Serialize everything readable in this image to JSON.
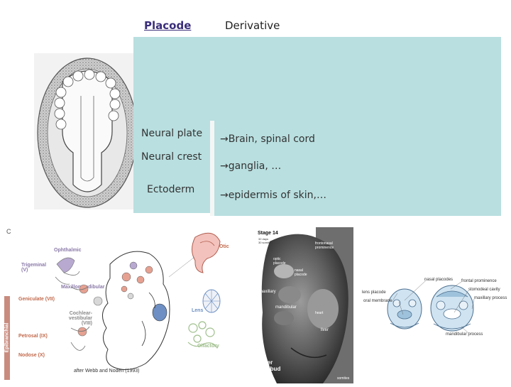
{
  "header": {
    "placode": "Placode",
    "derivative": "Derivative"
  },
  "rows": [
    {
      "placode": "Neural plate",
      "derivative": "→Brain, spinal cord"
    },
    {
      "placode": "Neural crest",
      "derivative": "→ganglia, …"
    },
    {
      "placode": "Ectoderm",
      "derivative": "→epidermis of skin,…"
    }
  ],
  "figure_c": {
    "panel_letter": "C",
    "labels": {
      "ophthalmic": "Ophthalmic",
      "trigeminal": "Trigeminal (V)",
      "maxillo": "Maxillomandibular",
      "geniculate": "Geniculate (VII)",
      "cochlear": "Cochlear-vestibular (VIII)",
      "petrosal": "Petrosal (IX)",
      "nodose": "Nodose (X)",
      "epibranchial": "Epibranchial",
      "otic": "Otic",
      "lens": "Lens",
      "olfactory": "Olfactory"
    },
    "credit": "after Webb and Noden (1993)"
  },
  "figure_stage": {
    "title": "Stage 14",
    "sub1": "32 days",
    "sub2": "30 somite",
    "labels": [
      "optic placode",
      "frontonasal prominence",
      "nasal placode",
      "maxillary",
      "mandibular",
      "heart",
      "liver",
      "upper limb bud",
      "somites"
    ]
  },
  "figure_face": {
    "labels": [
      "nasal placodes",
      "lens placode",
      "oral membrane",
      "frontal prominence",
      "stomodeal cavity",
      "maxillary process",
      "mandibular process"
    ]
  }
}
